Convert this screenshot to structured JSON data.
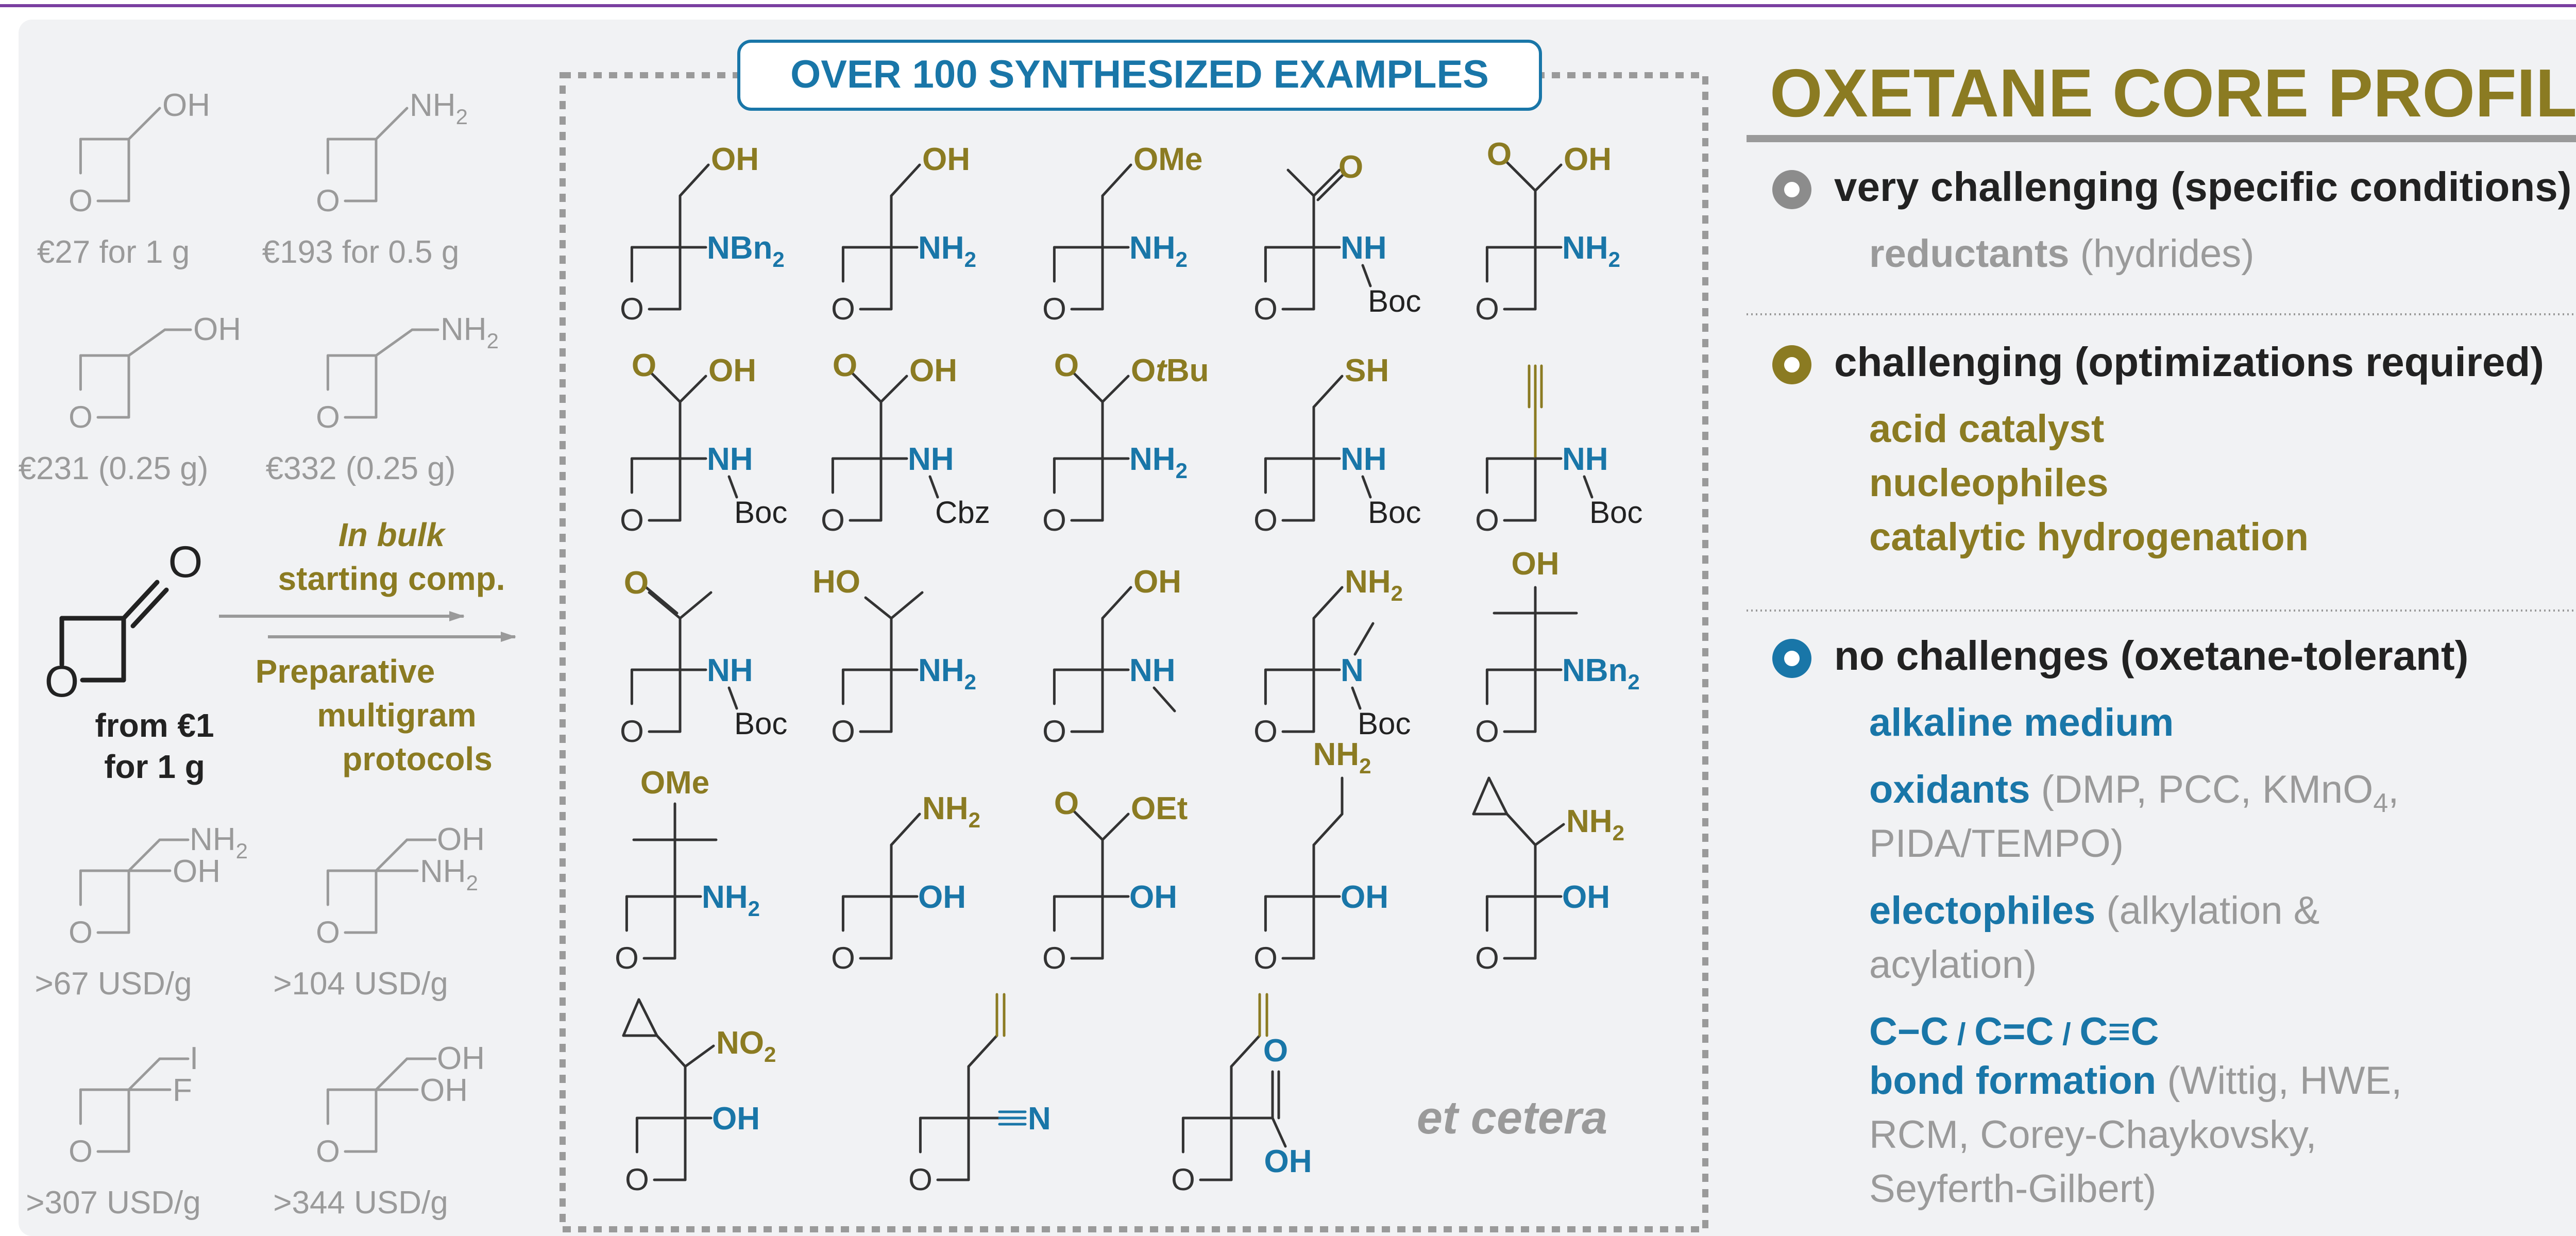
{
  "colors": {
    "gold": "#8b7b22",
    "blue": "#1976a8",
    "grey": "#9a9a9a",
    "dark": "#222222",
    "panel": "#f1f2f4",
    "frame": "#ffffff",
    "topline": "#7a3fa0",
    "circle_grey": "#8c8c8c"
  },
  "left": {
    "building_blocks": [
      {
        "group": "OH",
        "price": "€27 for 1 g"
      },
      {
        "group": "NH",
        "sub": "2",
        "price": "€193 for 0.5 g"
      },
      {
        "group": "OH",
        "price": "€231 (0.25 g)"
      },
      {
        "group": "NH",
        "sub": "2",
        "price": "€332 (0.25 g)"
      },
      {
        "group": "NH",
        "sub": "2",
        "group2": "OH",
        "price": ">67 USD/g"
      },
      {
        "group": "OH",
        "group2": "NH",
        "sub2": "2",
        "price": ">104 USD/g"
      },
      {
        "group": "I",
        "group2": "F",
        "price": ">307 USD/g"
      },
      {
        "group": "OH",
        "group2": "OH",
        "price": ">344 USD/g"
      }
    ],
    "oxetanone": {
      "atom_O_ring": "O",
      "atom_O_keto": "O",
      "line1": "from €1",
      "line2": "for 1 g"
    },
    "arrow_top": {
      "line1": "In bulk",
      "line2": "starting comp."
    },
    "arrow_bottom": {
      "line1": "Preparative",
      "line2": "multigram",
      "line3": "protocols"
    }
  },
  "center": {
    "title": "OVER 100 SYNTHESIZED EXAMPLES",
    "et_cetera": "et cetera",
    "labels": {
      "OH": "OH",
      "NH": "NH",
      "NH2": "NH",
      "sub2": "2",
      "NBn2": "NBn",
      "OMe": "OMe",
      "O": "O",
      "Boc": "Boc",
      "Cbz": "Cbz",
      "OtBu_O": "O",
      "OtBu_t": "t",
      "OtBu_Bu": "Bu",
      "SH": "SH",
      "HO": "HO",
      "N": "N",
      "OEt": "OEt",
      "NO2": "NO",
      "CN_N": "N"
    }
  },
  "right": {
    "title": "OXETANE CORE PROFILE",
    "sections": [
      {
        "heading": "very challenging (specific conditions)",
        "items": [
          {
            "strong": "reductants",
            "note": " (hydrides)"
          }
        ]
      },
      {
        "heading": "challenging (optimizations required)",
        "items": [
          {
            "strong": "acid catalyst"
          },
          {
            "strong": "nucleophiles"
          },
          {
            "strong": "catalytic hydrogenation"
          }
        ]
      },
      {
        "heading": "no challenges (oxetane-tolerant)",
        "items": [
          {
            "strong": "alkaline medium"
          },
          {
            "strong": "oxidants",
            "note": " (DMP,  PCC, KMnO",
            "note_sub": "4",
            "note_end": ",",
            "note2": "PIDA/TEMPO)"
          },
          {
            "strong": "electophiles",
            "note": " (alkylation &",
            "note2": "acylation)"
          },
          {
            "bond1": "C−C",
            "slash": " / ",
            "bond2": "C=C",
            "bond3": "C≡C",
            "strong": "bond formation",
            "note": " (Wittig, HWE,",
            "note2": "RCM, Corey-Chaykovsky,",
            "note3": "Seyferth-Gilbert)"
          }
        ]
      }
    ]
  }
}
